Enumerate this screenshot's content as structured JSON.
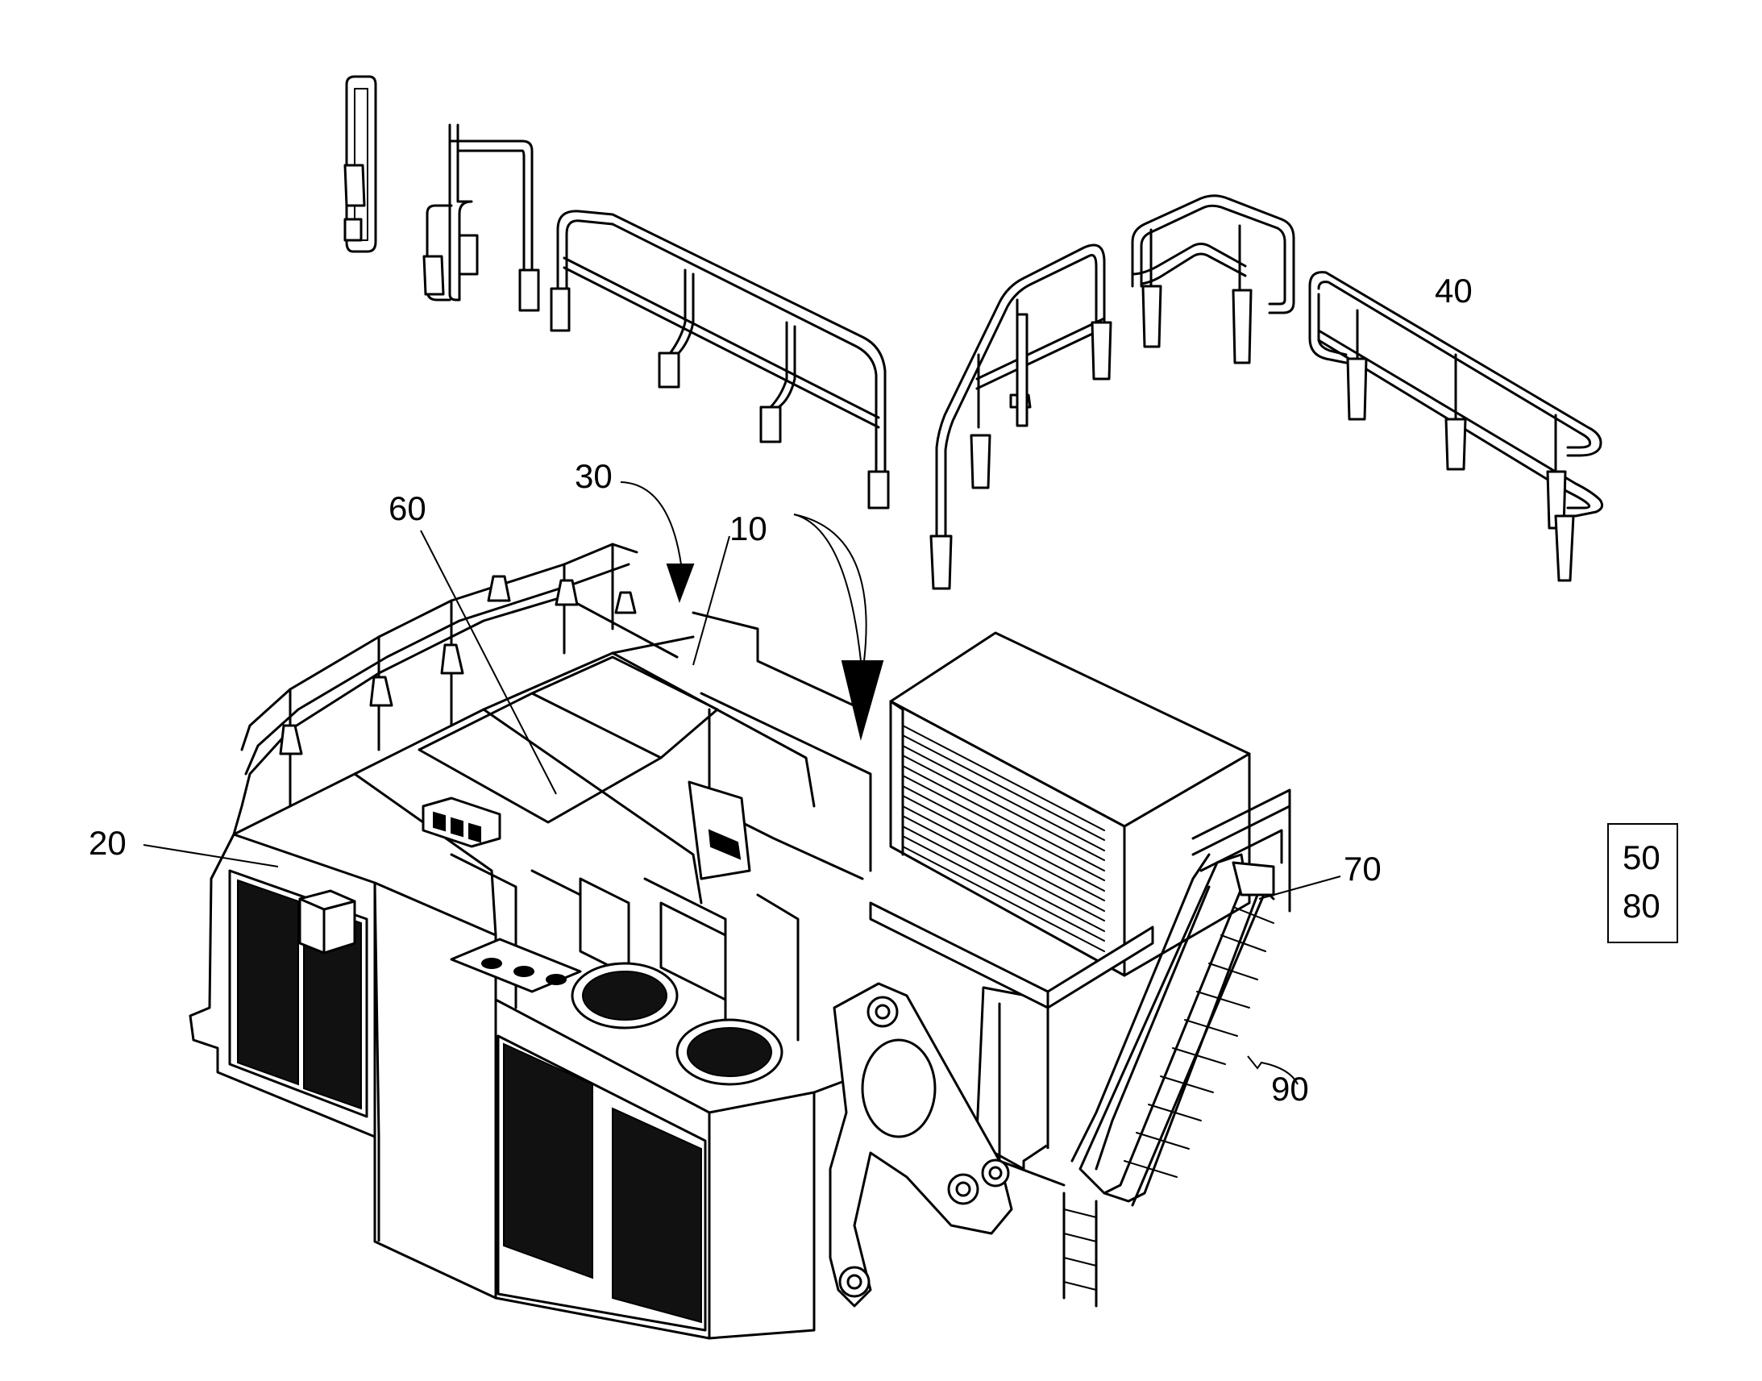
{
  "labels": {
    "ref_10": "10",
    "ref_20": "20",
    "ref_30": "30",
    "ref_40": "40",
    "ref_60": "60",
    "ref_70": "70",
    "ref_90": "90"
  },
  "legend_box": {
    "line1": "50",
    "line2": "80"
  }
}
